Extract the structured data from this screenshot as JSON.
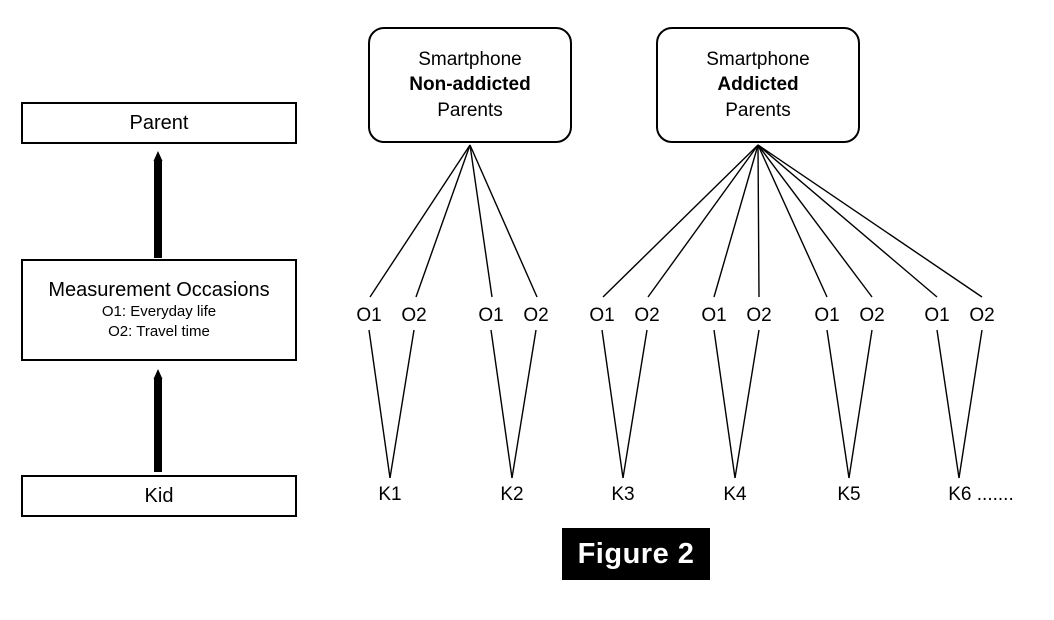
{
  "figure": {
    "caption": "Figure 2",
    "caption_bg": "#000000",
    "caption_fg": "#ffffff"
  },
  "legend_panel": {
    "top_box": {
      "label": "Parent"
    },
    "middle_box": {
      "title": "Measurement Occasions",
      "lines": [
        "O1: Everyday life",
        "O2: Travel time"
      ]
    },
    "bottom_box": {
      "label": "Kid"
    },
    "arrows": [
      {
        "from": "Measurement Occasions",
        "to": "Parent",
        "style": "thick-up-arrow"
      },
      {
        "from": "Kid",
        "to": "Measurement Occasions",
        "style": "thick-up-arrow"
      }
    ]
  },
  "tree": {
    "groups": [
      {
        "id": "non-addicted",
        "lines": [
          "Smartphone",
          "Non-addicted",
          "Parents"
        ],
        "bold_line_index": 1,
        "kids": [
          "K1",
          "K2"
        ],
        "occasions": [
          "O1",
          "O2",
          "O1",
          "O2"
        ]
      },
      {
        "id": "addicted",
        "lines": [
          "Smartphone",
          "Addicted",
          "Parents"
        ],
        "bold_line_index": 1,
        "kids": [
          "K3",
          "K4",
          "K5",
          "K6 ......."
        ],
        "occasions": [
          "O1",
          "O2",
          "O1",
          "O2",
          "O1",
          "O2",
          "O1",
          "O2"
        ]
      }
    ],
    "occasion_labels": [
      "O1",
      "O2",
      "O1",
      "O2",
      "O1",
      "O2",
      "O1",
      "O2",
      "O1",
      "O2",
      "O1",
      "O2"
    ],
    "kid_labels": [
      "K1",
      "K2",
      "K3",
      "K4",
      "K5",
      "K6 ......."
    ]
  },
  "colors": {
    "line": "#000000",
    "background": "#ffffff",
    "border": "#000000"
  }
}
